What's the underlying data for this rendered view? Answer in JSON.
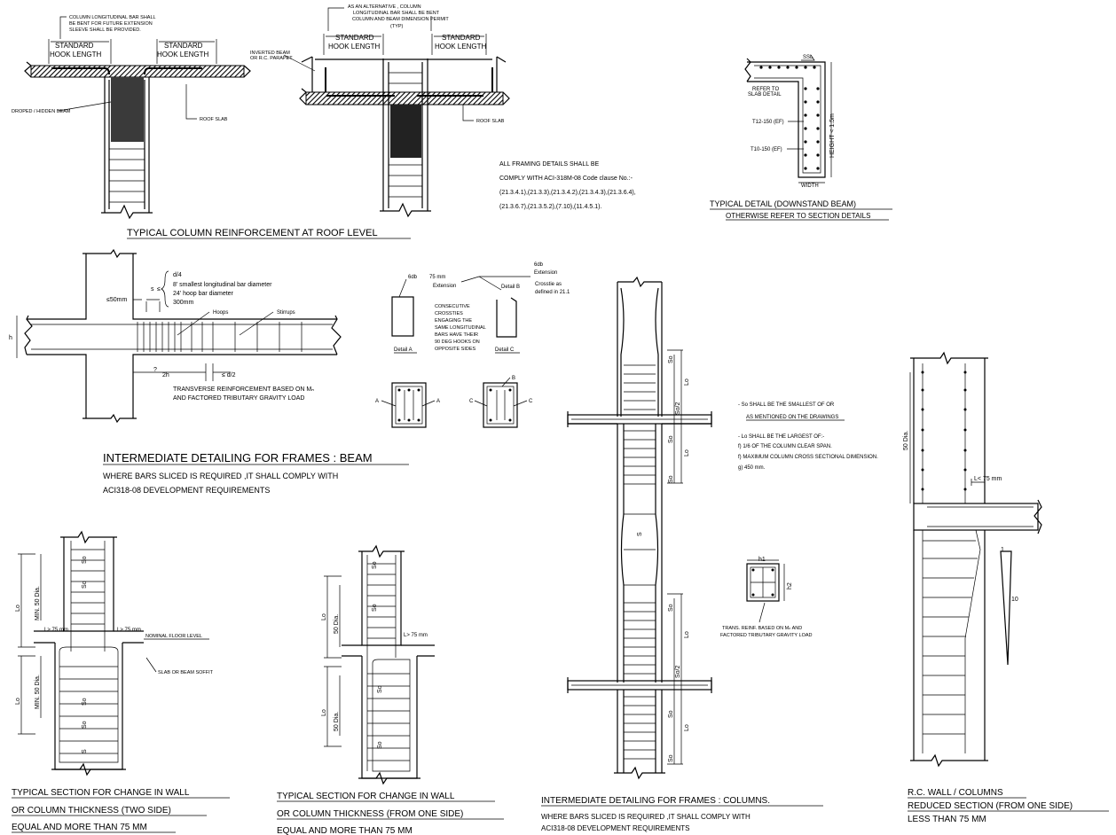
{
  "roof_detail": {
    "note_top": [
      "COLUMN LONGITUDINAL BAR SHALL",
      "BE BENT FOR FUTURE EXTENSION",
      "SLEEVE SHALL BE PROVIDED."
    ],
    "std_hook_left": [
      "STANDARD",
      "HOOK LENGTH"
    ],
    "std_hook_right": [
      "STANDARD",
      "HOOK LENGTH"
    ],
    "dropped_beam": "DROPED / HIDDEN BEAM",
    "roof_slab": "ROOF SLAB",
    "title": "TYPICAL COLUMN REINFORCEMENT  AT ROOF LEVEL"
  },
  "alt_detail": {
    "note_top": [
      "AS AN ALTERNATIVE , COLUMN",
      "LONGITUDINAL BAR SHALL BE BENT",
      "COLUMN AND BEAM DIMENSION PERMIT",
      "(TYP)"
    ],
    "std_hook_left": [
      "STANDARD",
      "HOOK LENGTH"
    ],
    "std_hook_right": [
      "STANDARD",
      "HOOK LENGTH"
    ],
    "inverted_beam": [
      "INVERTED BEAM",
      "OR R.C. PARAPET"
    ],
    "roof_slab": "ROOF SLAB"
  },
  "framing_note": [
    "ALL FRAMING DETAILS SHALL BE",
    "COMPLY WITH ACI-318M-08 Code clause No.:-",
    "(21.3.4.1),(21.3.3),(21.3.4.2),(21.3.4.3),(21.3.6.4),",
    "(21.3.6.7),(21.3.5.2),(7.10),(11.4.5.1)."
  ],
  "downstand": {
    "ssl": "SSL",
    "refer": [
      "REFER TO",
      "SLAB DETAIL"
    ],
    "t12": "T12-150 (EF)",
    "t10": "T10-150 (EF)",
    "height": "HEIGHT < 1.5m",
    "width": "WIDTH",
    "title": "TYPICAL DETAIL (DOWNSTAND BEAM)",
    "subtitle": "OTHERWISE REFER TO SECTION DETAILS"
  },
  "beam_detail": {
    "s_list": [
      "d/4",
      "8' smallest longitudinal bar diameter",
      "24' hoop bar diameter",
      "300mm"
    ],
    "s_label": "s",
    "le": "≤",
    "le50": "≤50mm",
    "hoops": "Hoops",
    "stirrups": "Stirrups",
    "h": "h",
    "two_h": "2h",
    "d2": "≤ d/2",
    "transverse": [
      "TRANSVERSE REINFORCEMENT BASED ON Mₙ",
      "AND FACTORED TRIBUTARY GRAVITY LOAD"
    ],
    "title": "INTERMEDIATE DETAILING FOR FRAMES : BEAM",
    "sub": [
      "WHERE BARS SLICED IS REQUIRED ,IT SHALL COMPLY WITH",
      "ACI318-08 DEVELOPMENT REQUIREMENTS"
    ]
  },
  "hook_details": {
    "ext_a": [
      "6db",
      "75 mm",
      "Extension"
    ],
    "detail_b": "Detail B",
    "ext_b": [
      "6db",
      "Extension"
    ],
    "crosstie": [
      "Crosstie as",
      "defined in 21.1"
    ],
    "consecutive": [
      "CONSECUTIVE",
      "CROSSTIES",
      "ENGAGING THE",
      "SAME LONGITUDINAL",
      "BARS HAVE THEIR",
      "90 DEG HOOKS ON",
      "OPPOSITE SIDES"
    ],
    "detail_a": "Detail A",
    "detail_c": "Detail C",
    "a": "A",
    "b": "B",
    "c": "C"
  },
  "col_notes": [
    "- So SHALL BE THE SMALLEST OF OR",
    "AS MENTIONED ON THE DRAWINGS",
    "- Lo SHALL BE THE LARGEST OF:-",
    "f) 1/6 OF THE COLUMN CLEAR SPAN.",
    "f) MAXIMUM COLUMN CROSS SECTIONAL DIMENSION.",
    "g) 450 mm."
  ],
  "col_section": {
    "h1": "h1",
    "h2": "h2",
    "note": [
      "TRANS. REINF. BASED ON Mₙ AND",
      "FACTORED TRIBUTARY GRAVITY LOAD"
    ]
  },
  "col_elev": {
    "so": "So",
    "lo": "Lo",
    "so2": "So/2",
    "s": "S",
    "title": "INTERMEDIATE DETAILING FOR FRAMES : COLUMNS.",
    "sub": [
      "WHERE BARS SLICED IS REQUIRED ,IT SHALL COMPLY WITH",
      "ACI318-08 DEVELOPMENT REQUIREMENTS"
    ]
  },
  "wall_detail": {
    "dia": "50 Dia.",
    "l75": "L< 75 mm",
    "one": "1",
    "ten": "10",
    "title": [
      "R.C. WALL / COLUMNS",
      "REDUCED SECTION (FROM ONE SIDE)",
      "LESS THAN 75 MM"
    ]
  },
  "two_side": {
    "lo": "Lo",
    "min50": "MIN. 50 Dia.",
    "l75": "L> 75 mm",
    "floor": "NOMINAL FLOOR LEVEL",
    "soffit": "SLAB OR BEAM  SOFFIT",
    "so": "So",
    "s": "S",
    "title": [
      "TYPICAL SECTION FOR CHANGE IN WALL",
      "OR COLUMN THICKNESS (TWO SIDE)",
      "EQUAL AND MORE THAN 75 MM"
    ]
  },
  "one_side": {
    "lo": "Lo",
    "dia": "50 Dia.",
    "l75": "L> 75 mm",
    "so": "So",
    "title": [
      "TYPICAL SECTION FOR CHANGE IN WALL",
      "OR COLUMN THICKNESS (FROM ONE SIDE)",
      "EQUAL AND MORE THAN 75 MM"
    ]
  }
}
